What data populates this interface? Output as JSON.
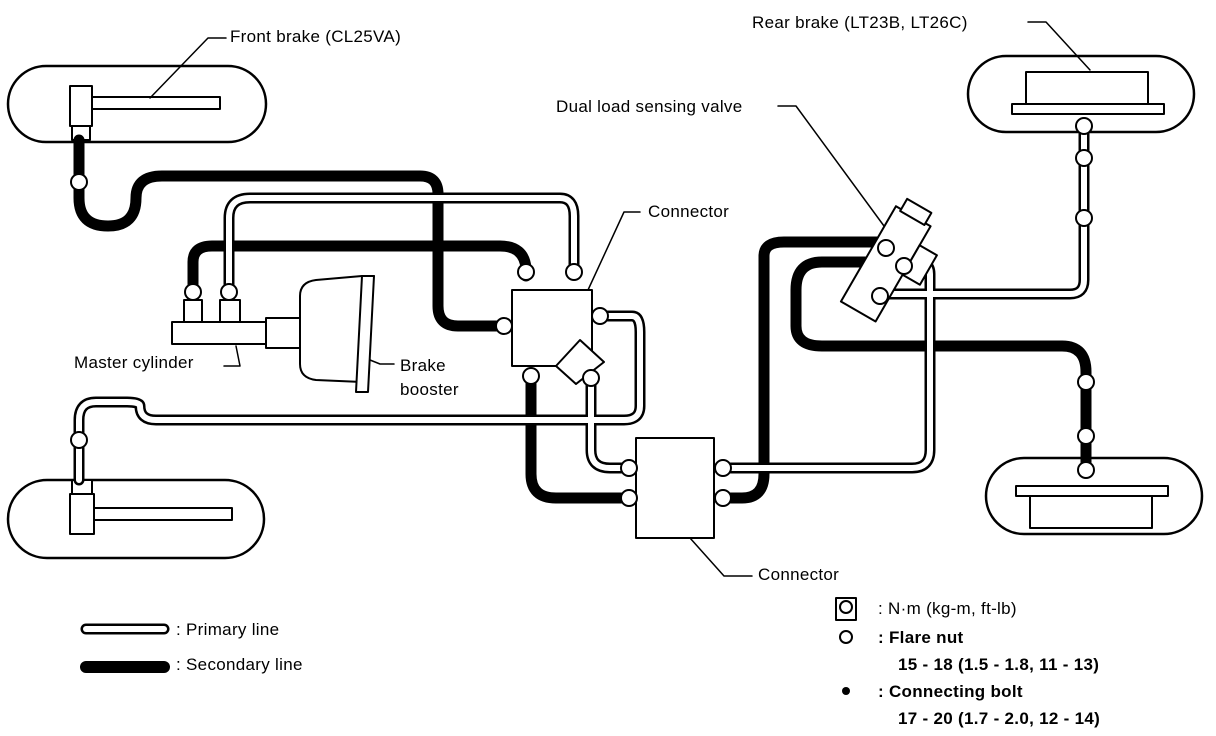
{
  "labels": {
    "front_brake": "Front brake (CL25VA)",
    "rear_brake": "Rear brake (LT23B, LT26C)",
    "dual_load_sensing_valve": "Dual load sensing valve",
    "connector_top": "Connector",
    "connector_bottom": "Connector",
    "master_cylinder": "Master cylinder",
    "brake_booster_line1": "Brake",
    "brake_booster_line2": "booster"
  },
  "legend": {
    "primary": ": Primary line",
    "secondary": ": Secondary line"
  },
  "torque": {
    "unit": ": N·m (kg-m, ft-lb)",
    "flare_nut_label": ": Flare nut",
    "flare_nut_value": "15 - 18 (1.5 - 1.8, 11 - 13)",
    "connecting_bolt_label": ": Connecting bolt",
    "connecting_bolt_value": "17 - 20 (1.7 - 2.0, 12 - 14)"
  },
  "colors": {
    "ink": "#000000",
    "paper": "#ffffff"
  }
}
